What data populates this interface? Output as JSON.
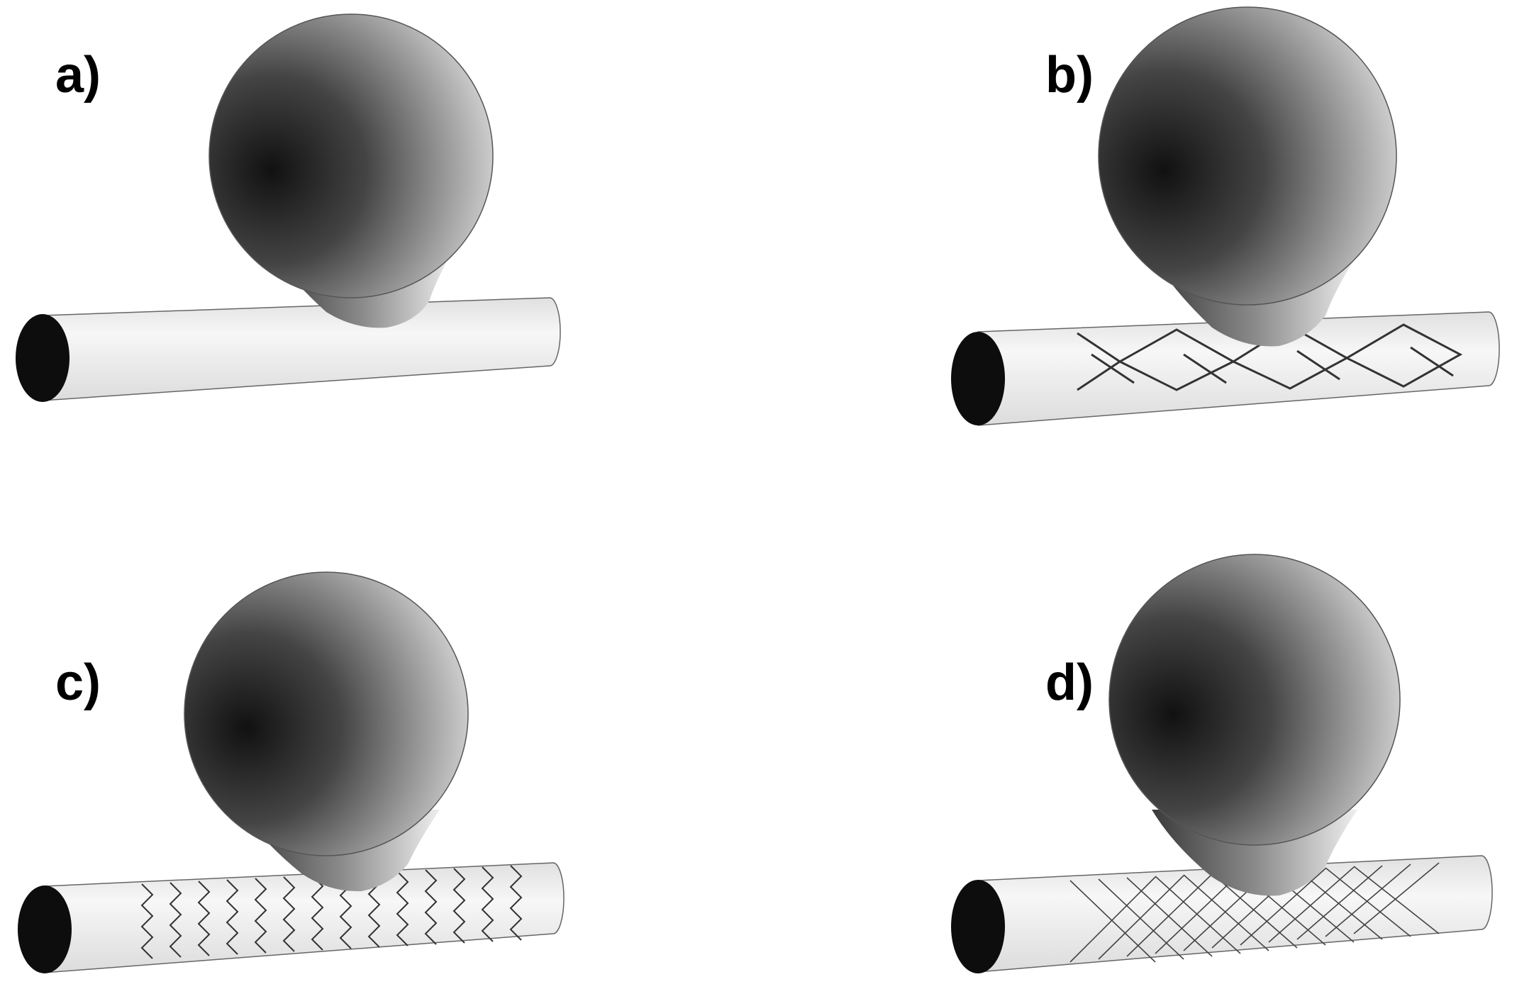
{
  "figure": {
    "panels": [
      {
        "id": "a",
        "label": "a)",
        "stent": "none"
      },
      {
        "id": "b",
        "label": "b)",
        "stent": "open-cell"
      },
      {
        "id": "c",
        "label": "c)",
        "stent": "zigzag"
      },
      {
        "id": "d",
        "label": "d)",
        "stent": "braided"
      }
    ],
    "colors": {
      "background": "#ffffff",
      "vessel_opening": "#0d0d0d",
      "vessel_surface": "#eeeeee",
      "aneurysm_dark": "#111111",
      "aneurysm_light": "#ffffff",
      "stent_strut": "#333333"
    }
  }
}
